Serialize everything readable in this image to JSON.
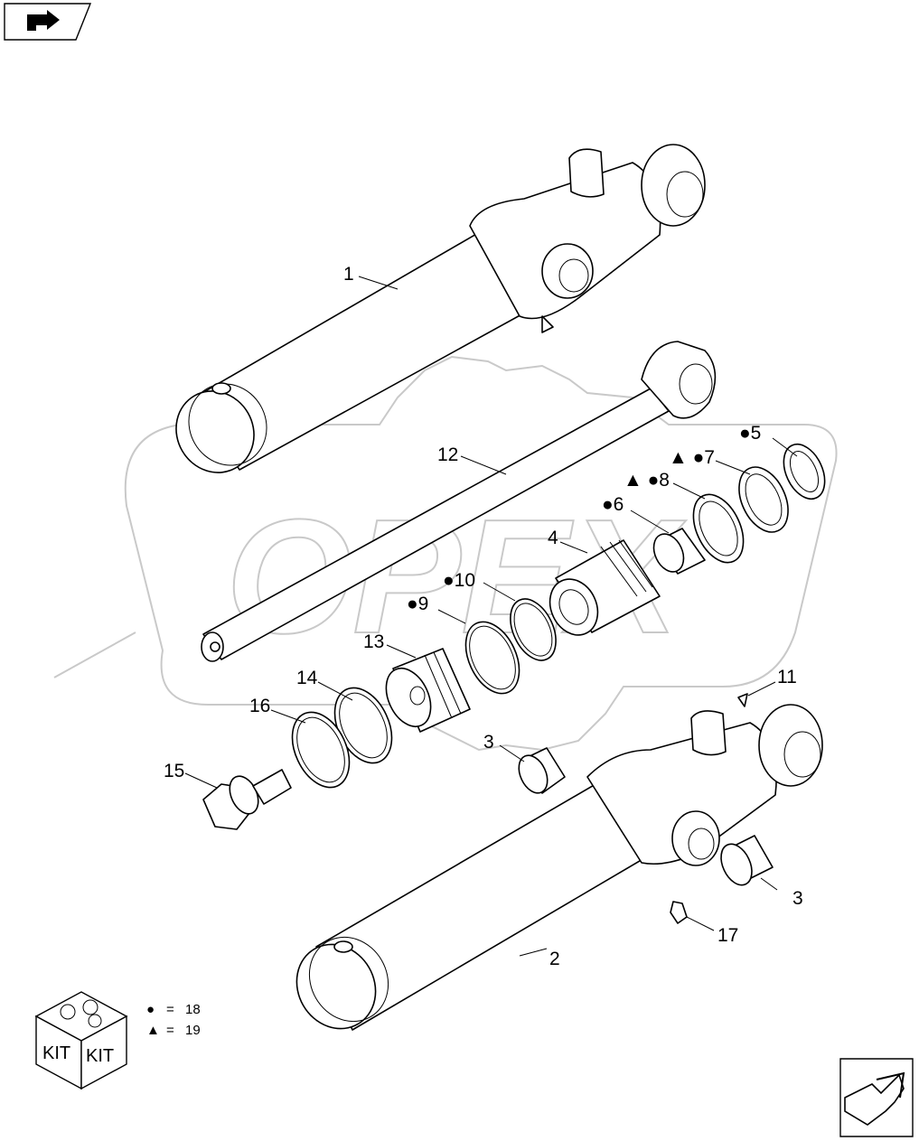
{
  "watermark_text": "OPEX",
  "nav": {
    "prev_icon": "back-arrow-icon",
    "next_icon": "forward-arrow-icon"
  },
  "callouts": [
    {
      "id": "c1",
      "text": "1"
    },
    {
      "id": "c2",
      "text": "2"
    },
    {
      "id": "c3a",
      "text": "3"
    },
    {
      "id": "c3b",
      "text": "3"
    },
    {
      "id": "c4",
      "text": "4"
    },
    {
      "id": "c5",
      "text": "●5"
    },
    {
      "id": "c6",
      "text": "●6"
    },
    {
      "id": "c7",
      "text": "▲ ●7"
    },
    {
      "id": "c8",
      "text": "▲ ●8"
    },
    {
      "id": "c9",
      "text": "●9"
    },
    {
      "id": "c10",
      "text": "●10"
    },
    {
      "id": "c11",
      "text": "11"
    },
    {
      "id": "c12",
      "text": "12"
    },
    {
      "id": "c13",
      "text": "13"
    },
    {
      "id": "c14",
      "text": "14"
    },
    {
      "id": "c15",
      "text": "15"
    },
    {
      "id": "c16",
      "text": "16"
    },
    {
      "id": "c17",
      "text": "17"
    }
  ],
  "kit": {
    "label_left": "KIT",
    "label_right": "KIT",
    "legend": [
      {
        "symbol": "●",
        "eq": "=",
        "value": "18"
      },
      {
        "symbol": "▲",
        "eq": "=",
        "value": "19"
      }
    ]
  }
}
